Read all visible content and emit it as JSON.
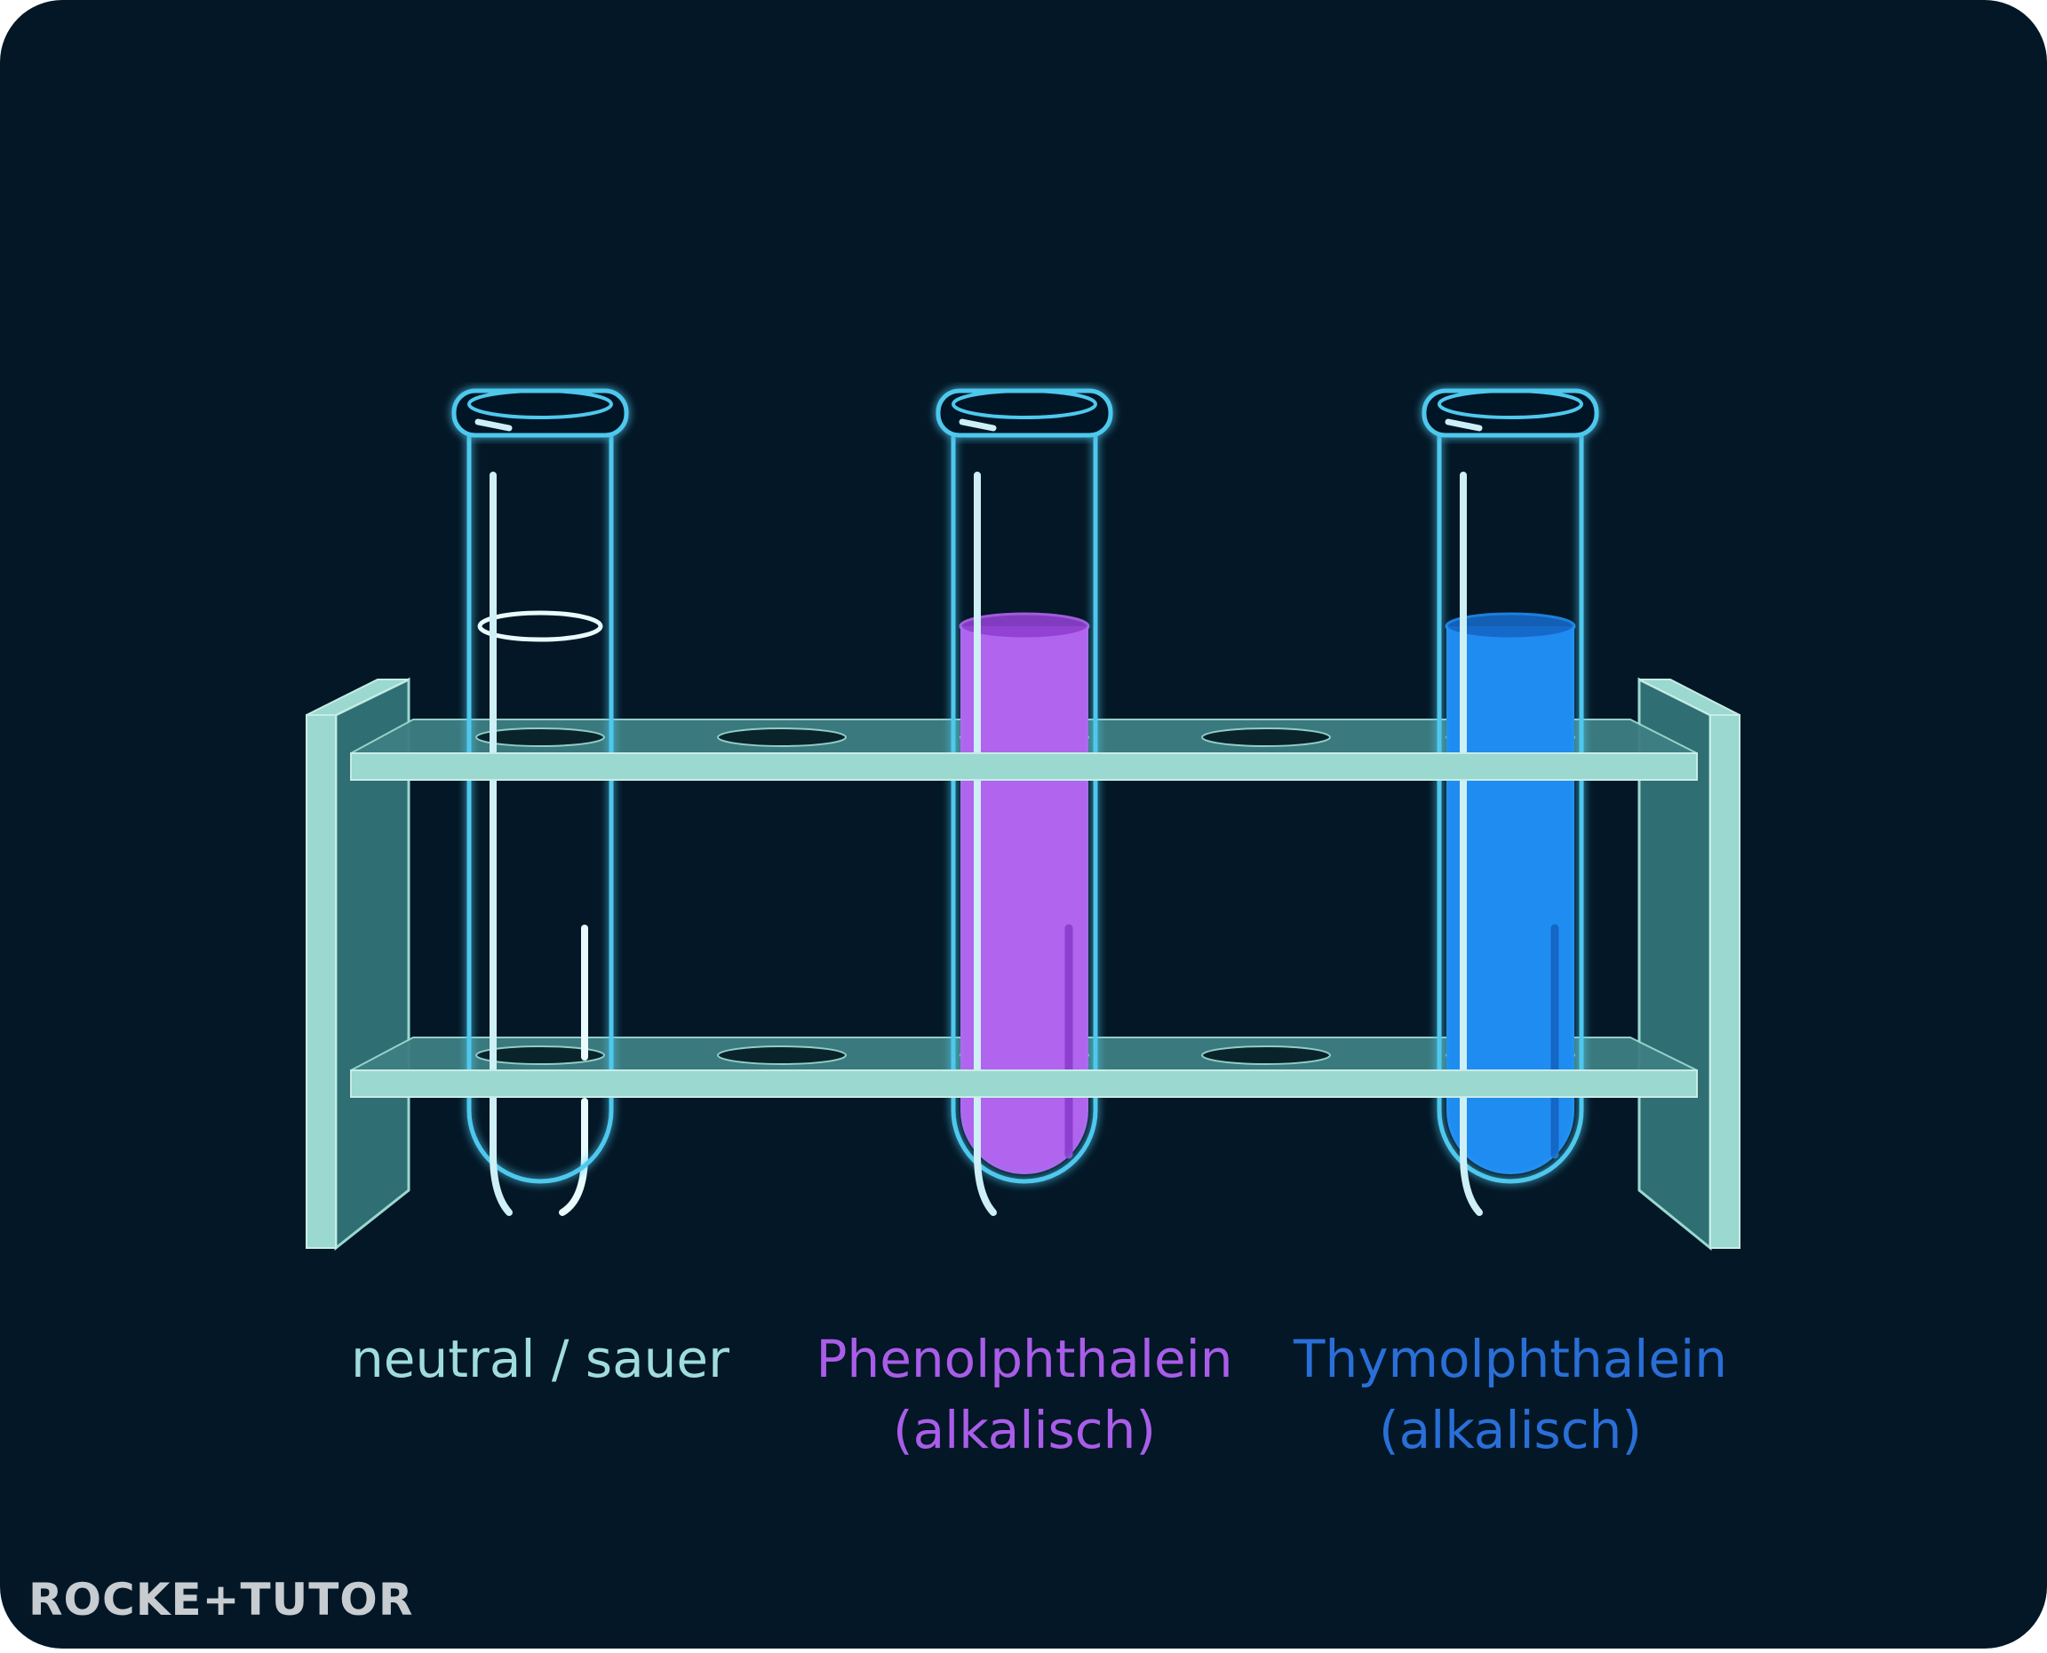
{
  "colors": {
    "background": "#031726",
    "glass": "#4fc8ee",
    "glass_highlight": "#cdeff5",
    "rack_light": "#9ad8d0",
    "rack_dark": "#2f6e72",
    "rack_mid": "#3d7f82",
    "hole": "#051a23",
    "liquid_clear": "#e9fbfd",
    "liquid_purple": "#b164ee",
    "liquid_purple_dark": "#8f3fd0",
    "liquid_blue": "#1f8cf2",
    "liquid_blue_dark": "#1467c5",
    "label_neutral": "#9fdce0",
    "label_purple": "#a95de8",
    "label_blue": "#2a6fd8",
    "logo": "#c7ccd1",
    "logo_accent": "#2a9ec9"
  },
  "tubes": [
    {
      "name": "tube-neutral",
      "fill": "clear",
      "label_lines": [
        "neutral / sauer"
      ]
    },
    {
      "name": "tube-phenolphthalein",
      "fill": "purple",
      "label_lines": [
        "Phenolphthalein",
        "(alkalisch)"
      ]
    },
    {
      "name": "tube-thymolphthalein",
      "fill": "blue",
      "label_lines": [
        "Thymolphthalein",
        "(alkalisch)"
      ]
    }
  ],
  "logo": {
    "text": "ROCKE+TUTOR",
    "icon": "rocket-tutor-logo"
  }
}
